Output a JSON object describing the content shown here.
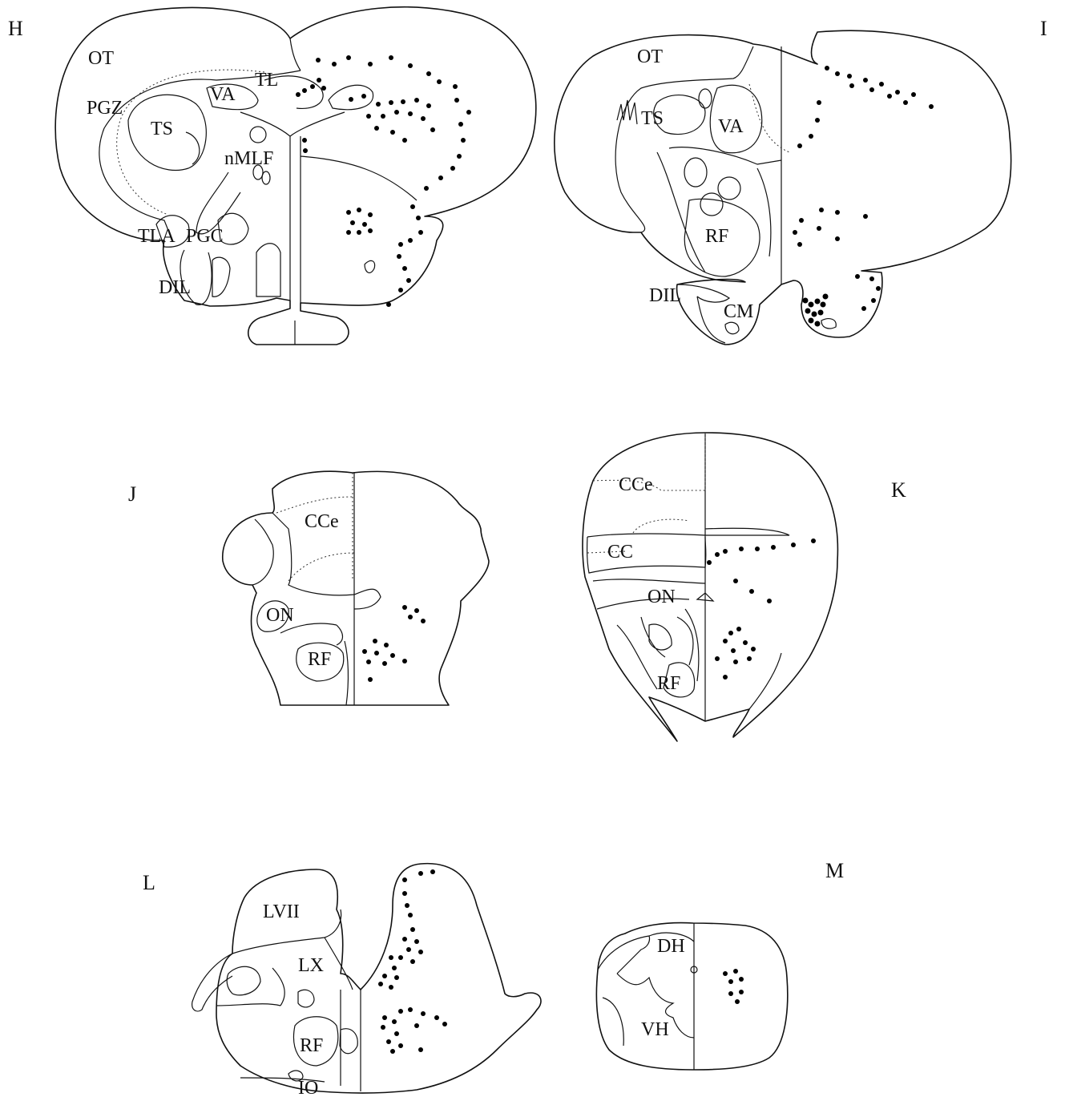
{
  "panels": {
    "H": {
      "letter": "H",
      "regions": {
        "OT": "OT",
        "TL": "TL",
        "VA": "VA",
        "PGZ": "PGZ",
        "TS": "TS",
        "nMLF": "nMLF",
        "TLA": "TLA",
        "PGC": "PGC",
        "DIL": "DIL"
      }
    },
    "I": {
      "letter": "I",
      "regions": {
        "OT": "OT",
        "TS": "TS",
        "VA": "VA",
        "RF": "RF",
        "DIL": "DIL",
        "CM": "CM"
      }
    },
    "J": {
      "letter": "J",
      "regions": {
        "CCe": "CCe",
        "ON": "ON",
        "RF": "RF"
      }
    },
    "K": {
      "letter": "K",
      "regions": {
        "CCe": "CCe",
        "CC": "CC",
        "ON": "ON",
        "RF": "RF"
      }
    },
    "L": {
      "letter": "L",
      "regions": {
        "LVII": "LVII",
        "LX": "LX",
        "RF": "RF",
        "IO": "IO"
      }
    },
    "M": {
      "letter": "M",
      "regions": {
        "DH": "DH",
        "VH": "VH"
      }
    }
  },
  "colors": {
    "line": "#111111",
    "cell": "#000000",
    "background": "#ffffff"
  }
}
